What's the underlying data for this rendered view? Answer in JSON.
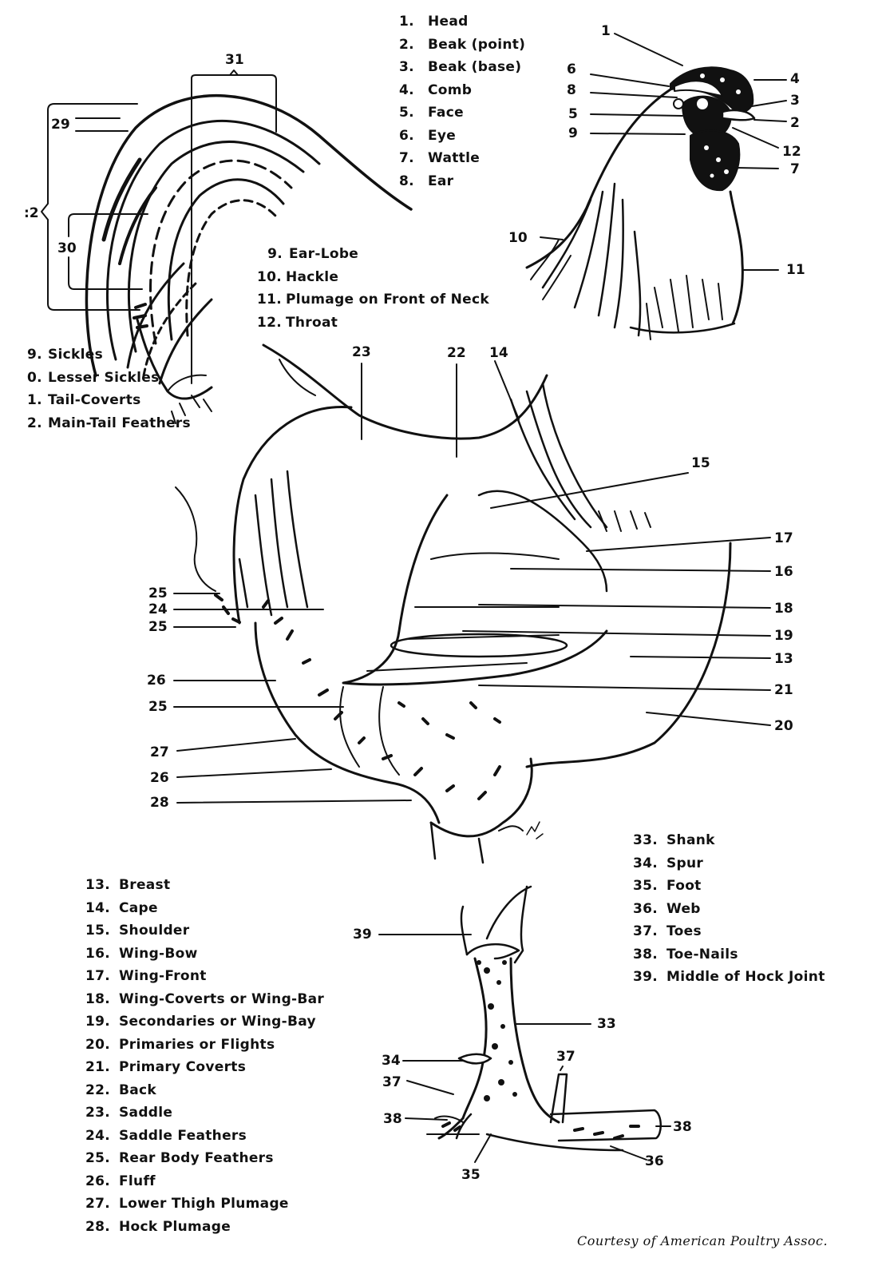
{
  "diagram": {
    "title": "Parts of the Chicken (Rooster) - Anatomy Nomenclature",
    "credit": "Courtesy of American Poultry Assoc.",
    "colors": {
      "ink": "#111111",
      "paper": "#ffffff"
    },
    "legends": {
      "head": [
        {
          "num": "1.",
          "label": "Head"
        },
        {
          "num": "2.",
          "label": "Beak (point)"
        },
        {
          "num": "3.",
          "label": "Beak (base)"
        },
        {
          "num": "4.",
          "label": "Comb"
        },
        {
          "num": "5.",
          "label": "Face"
        },
        {
          "num": "6.",
          "label": "Eye"
        },
        {
          "num": "7.",
          "label": "Wattle"
        },
        {
          "num": "8.",
          "label": "Ear"
        }
      ],
      "neck": [
        {
          "num": "9.",
          "label": "Ear-Lobe"
        },
        {
          "num": "10.",
          "label": "Hackle"
        },
        {
          "num": "11.",
          "label": "Plumage on Front of Neck"
        },
        {
          "num": "12.",
          "label": "Throat"
        }
      ],
      "tail": [
        {
          "num": "9.",
          "label": "Sickles"
        },
        {
          "num": "0.",
          "label": "Lesser Sickles"
        },
        {
          "num": "1.",
          "label": "Tail-Coverts"
        },
        {
          "num": "2.",
          "label": "Main-Tail Feathers"
        }
      ],
      "body": [
        {
          "num": "13.",
          "label": "Breast"
        },
        {
          "num": "14.",
          "label": "Cape"
        },
        {
          "num": "15.",
          "label": "Shoulder"
        },
        {
          "num": "16.",
          "label": "Wing-Bow"
        },
        {
          "num": "17.",
          "label": "Wing-Front"
        },
        {
          "num": "18.",
          "label": "Wing-Coverts or Wing-Bar"
        },
        {
          "num": "19.",
          "label": "Secondaries or Wing-Bay"
        },
        {
          "num": "20.",
          "label": "Primaries or Flights"
        },
        {
          "num": "21.",
          "label": "Primary Coverts"
        },
        {
          "num": "22.",
          "label": "Back"
        },
        {
          "num": "23.",
          "label": "Saddle"
        },
        {
          "num": "24.",
          "label": "Saddle Feathers"
        },
        {
          "num": "25.",
          "label": "Rear Body Feathers"
        },
        {
          "num": "26.",
          "label": "Fluff"
        },
        {
          "num": "27.",
          "label": "Lower Thigh Plumage"
        },
        {
          "num": "28.",
          "label": "Hock Plumage"
        }
      ],
      "leg": [
        {
          "num": "33.",
          "label": "Shank"
        },
        {
          "num": "34.",
          "label": "Spur"
        },
        {
          "num": "35.",
          "label": "Foot"
        },
        {
          "num": "36.",
          "label": "Web"
        },
        {
          "num": "37.",
          "label": "Toes"
        },
        {
          "num": "38.",
          "label": "Toe-Nails"
        },
        {
          "num": "39.",
          "label": "Middle of Hock Joint"
        }
      ]
    },
    "callouts": {
      "c1": "1",
      "c2": "2",
      "c3": "3",
      "c4": "4",
      "c5": "5",
      "c6": "6",
      "c7": "7",
      "c8": "8",
      "c9": "9",
      "c10": "10",
      "c11": "11",
      "c12": "12",
      "c13": "13",
      "c14": "14",
      "c15": "15",
      "c16": "16",
      "c17": "17",
      "c18": "18",
      "c19": "19",
      "c20": "20",
      "c21": "21",
      "c22": "22",
      "c23": "23",
      "c24": "24",
      "c25a": "25",
      "c25b": "25",
      "c25c": "25",
      "c26a": "26",
      "c26b": "26",
      "c27": "27",
      "c28": "28",
      "c29": "29",
      "c30": "30",
      "c31": "31",
      "c32": ":2",
      "c33": "33",
      "c34": "34",
      "c35": "35",
      "c36": "36",
      "c37a": "37",
      "c37b": "37",
      "c38a": "38",
      "c38b": "38",
      "c39": "39"
    },
    "sections": [
      "tail",
      "head-neck",
      "body",
      "leg-foot"
    ]
  }
}
